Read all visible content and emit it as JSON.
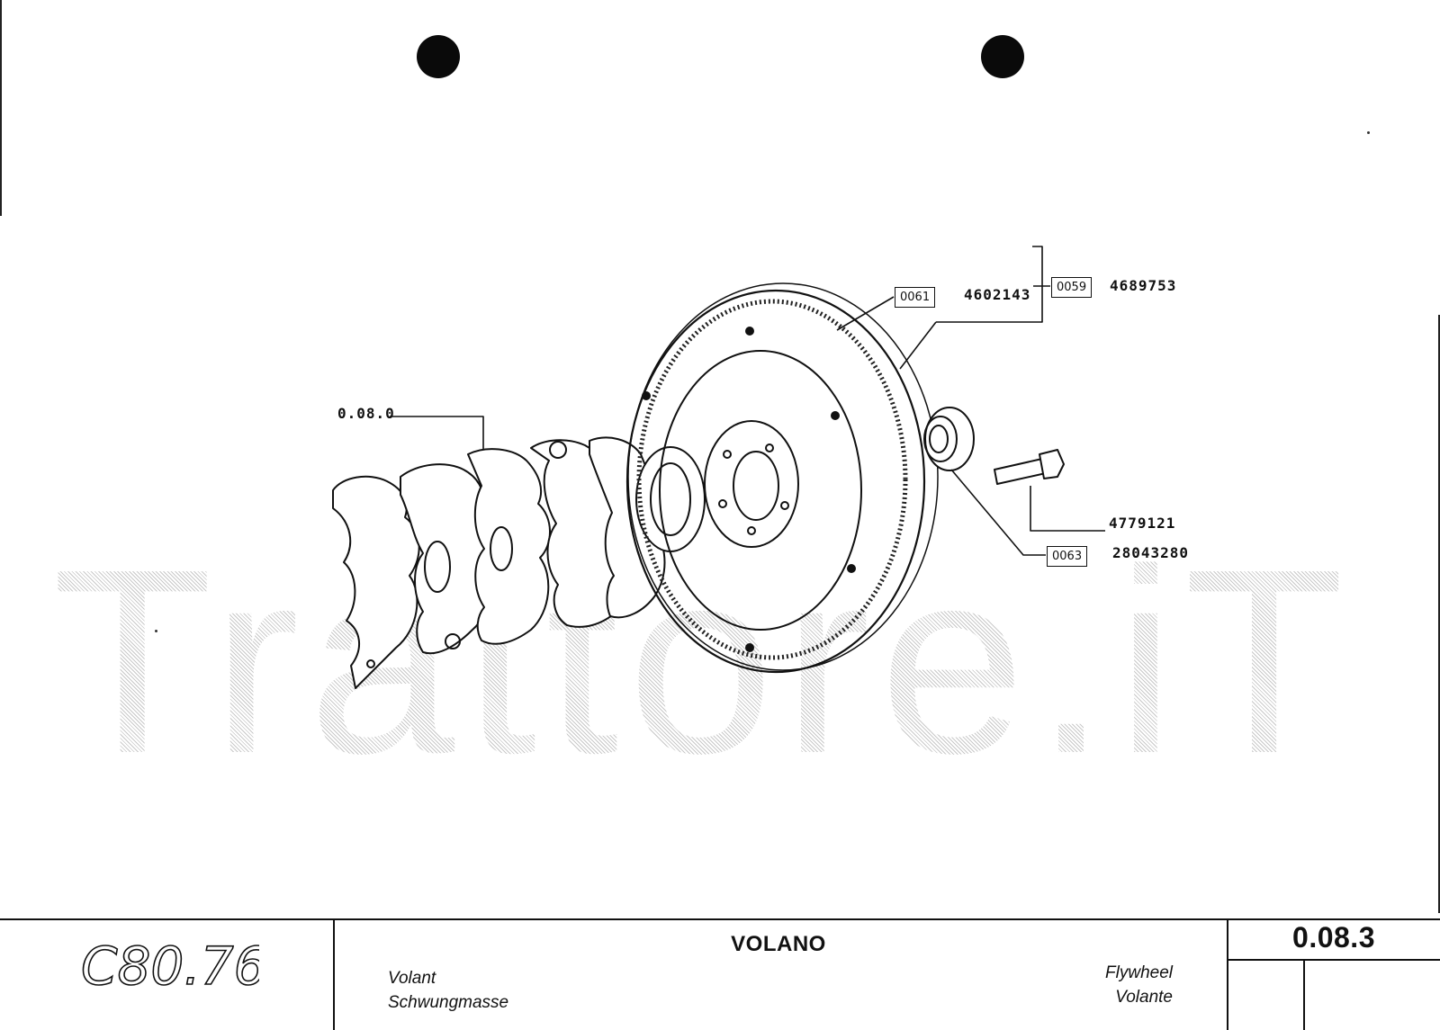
{
  "watermark": {
    "text": "Trattore.iT"
  },
  "diagram": {
    "callouts": {
      "assembly_ref": "0.08.0",
      "ring_gear_code": "0061",
      "flywheel_part": "4602143",
      "assembly_code": "0059",
      "assembly_part": "4689753",
      "bolt_part": "4779121",
      "bearing_code": "0063",
      "bearing_part": "28043280"
    }
  },
  "title_block": {
    "logo_text": "C80.76",
    "title": "VOLANO",
    "lang_fr": "Volant",
    "lang_de": "Schwungmasse",
    "lang_en": "Flywheel",
    "lang_es": "Volante",
    "page_number": "0.08.3"
  }
}
